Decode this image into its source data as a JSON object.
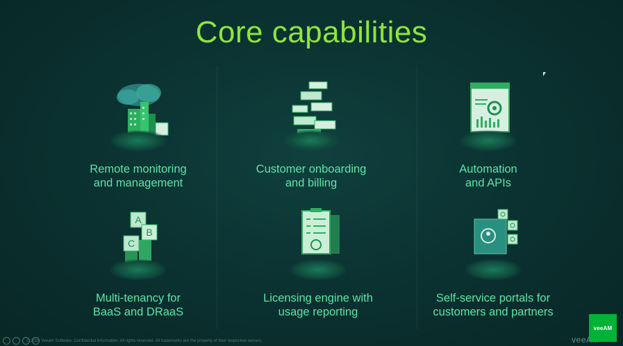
{
  "title": "Core capabilities",
  "capabilities": [
    {
      "line1": "Remote monitoring",
      "line2": "and management",
      "icon": "cloud-city-icon"
    },
    {
      "line1": "Customer onboarding",
      "line2": "and billing",
      "icon": "layered-cards-icon"
    },
    {
      "line1": "Automation",
      "line2": "and APIs",
      "icon": "gear-panel-icon"
    },
    {
      "line1": "Multi-tenancy for",
      "line2": "BaaS and DRaaS",
      "icon": "abc-cubes-icon"
    },
    {
      "line1": "Licensing engine with",
      "line2": "usage reporting",
      "icon": "clipboard-report-icon"
    },
    {
      "line1": "Self-service portals for",
      "line2": "customers and partners",
      "icon": "user-portal-icon"
    }
  ],
  "footer": {
    "legal": "© 2024 Veeam Software. Confidential information. All rights reserved. All trademarks are the property of their respective owners."
  },
  "brand": {
    "badge": "veeAM",
    "wordmark": "veeAM"
  },
  "colors": {
    "title": "#8fe63a",
    "label": "#5fe3a8",
    "background": "#0b3332",
    "brand_green": "#00b336"
  }
}
